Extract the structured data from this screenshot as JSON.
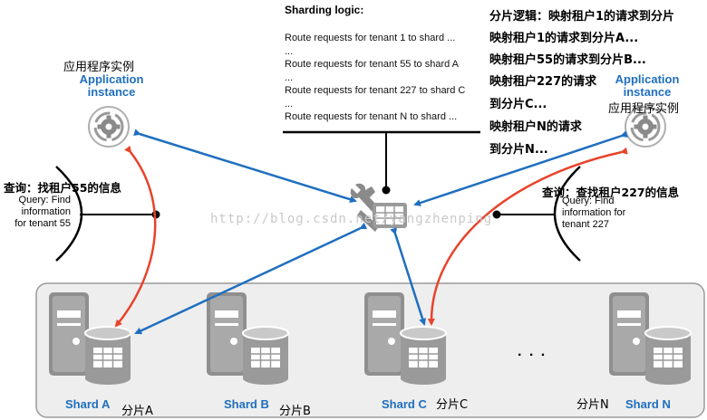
{
  "logic": {
    "title": "Sharding logic:",
    "rows": [
      "Route requests for tenant 1 to shard ...",
      "...",
      "Route requests for tenant 55 to shard A",
      "...",
      "Route requests for tenant 227 to shard C",
      "...",
      "Route requests for tenant N to shard ..."
    ]
  },
  "logic_zh": [
    "分片逻辑：映射租户1的请求到分片",
    "映射租户1的请求到分片A...",
    "映射租户55的请求到分片B...",
    "映射租户227的请求",
    "到分片C...",
    "映射租户N的请求",
    "到分片N..."
  ],
  "left_instance": {
    "zh": "应用程序实例",
    "en_line1": "Application",
    "en_line2": "instance"
  },
  "right_instance": {
    "zh": "应用程序实例",
    "en_line1": "Application",
    "en_line2": "instance"
  },
  "left_query": {
    "zh": "查询：找租户55的信息",
    "en_line1": "Query: Find",
    "en_line2": "information",
    "en_line3": "for tenant 55"
  },
  "right_query": {
    "zh": "查询：查找租户227的信息",
    "en_line1": "Query: Find",
    "en_line2": "information for",
    "en_line3": "tenant 227"
  },
  "shards": [
    {
      "en": "Shard A",
      "zh": "分片A"
    },
    {
      "en": "Shard B",
      "zh": "分片B"
    },
    {
      "en": "Shard C",
      "zh": "分片C"
    },
    {
      "en": "Shard N",
      "zh": "分片N"
    }
  ],
  "ellipsis": ". . .",
  "watermark": "http://blog.csdn.net/yangzhenping",
  "colors": {
    "blue_arrow": "#1f6fbf",
    "red_arrow": "#e8432b",
    "panel": "#eeeeee",
    "server": "#8a8a8a"
  }
}
